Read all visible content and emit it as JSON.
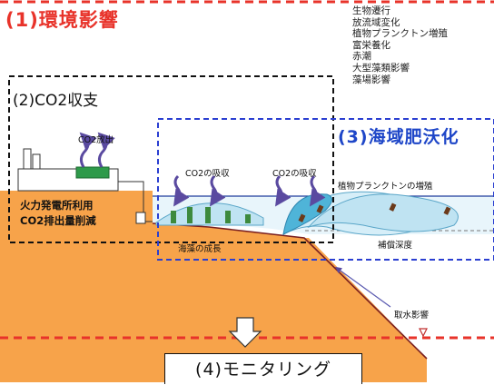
{
  "labels": {
    "environmental_impact": "(1)環境影響",
    "co2_balance": "(2)CO2収支",
    "marine_fertilization": "(3)海域肥沃化",
    "monitoring": "(4)モニタリング"
  },
  "effects_list": [
    "生物遷行",
    "放流域変化",
    "植物プランクトン増殖",
    "富栄養化",
    "赤潮",
    "大型藻類影響",
    "藻場影響"
  ],
  "plant": {
    "line1": "火力発電所利用",
    "line2": "CO2排出量削減",
    "emission_label": "CO2放出"
  },
  "annotations": {
    "co2_absorption_1": "CO2の吸収",
    "co2_absorption_2": "CO2の吸収",
    "phytoplankton_growth": "植物プランクトンの増殖",
    "compensation_depth": "補償深度",
    "seaweed_growth": "海藻の成長",
    "intake_impact": "取水影響"
  },
  "colors": {
    "land": "#f7a34a",
    "water_line": "#1e3c9c",
    "red_dash": "#e8332a",
    "blue_dash": "#2b3fd1",
    "water_fill": "#bfe3f2",
    "water_fill_deep": "#8fcde6",
    "kelp": "#3d8a3d"
  }
}
